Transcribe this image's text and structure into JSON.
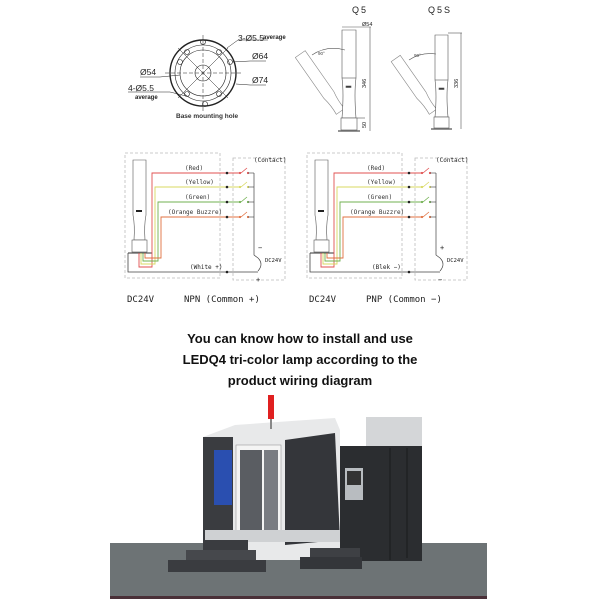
{
  "base": {
    "title": "Base mounting hole",
    "hole3": "3-Ø5.5",
    "hole3_note": "average",
    "d64": "Ø64",
    "d54": "Ø54",
    "d74": "Ø74",
    "hole4": "4-Ø5.5",
    "hole4_note": "average"
  },
  "towers": [
    {
      "model": "Q5",
      "diameter": "Ø54",
      "height": "346",
      "base_height": "50",
      "angle": "90°"
    },
    {
      "model": "Q5S",
      "height": "336",
      "angle": "90°"
    }
  ],
  "wiring": [
    {
      "contact_label": "(Contact)",
      "wires": [
        "(Red)",
        "(Yellow)",
        "(Green)",
        "(Orange Buzzre)"
      ],
      "common_wire": "(White +)",
      "supply": "DC24V",
      "top_sign": "−",
      "bottom_sign": "+",
      "voltage": "DC24V",
      "type": "NPN (Common  +)"
    },
    {
      "contact_label": "(Contact)",
      "wires": [
        "(Red)",
        "(Yellow)",
        "(Green)",
        "(Orange Buzzre)"
      ],
      "common_wire": "(Blek −)",
      "supply": "DC24V",
      "top_sign": "+",
      "bottom_sign": "−",
      "voltage": "DC24V",
      "type": "PNP (Common  −)"
    }
  ],
  "wire_colors": [
    "#e05050",
    "#d8d860",
    "#70b050",
    "#e07040"
  ],
  "caption": {
    "line1": "You can know how to install and use",
    "line2": "LEDQ4 tri-color lamp according to the",
    "line3": "product wiring diagram"
  },
  "colors": {
    "machine_blue": "#2a4fb0",
    "floor": "#6d7375",
    "lamp_red": "#e02020"
  }
}
